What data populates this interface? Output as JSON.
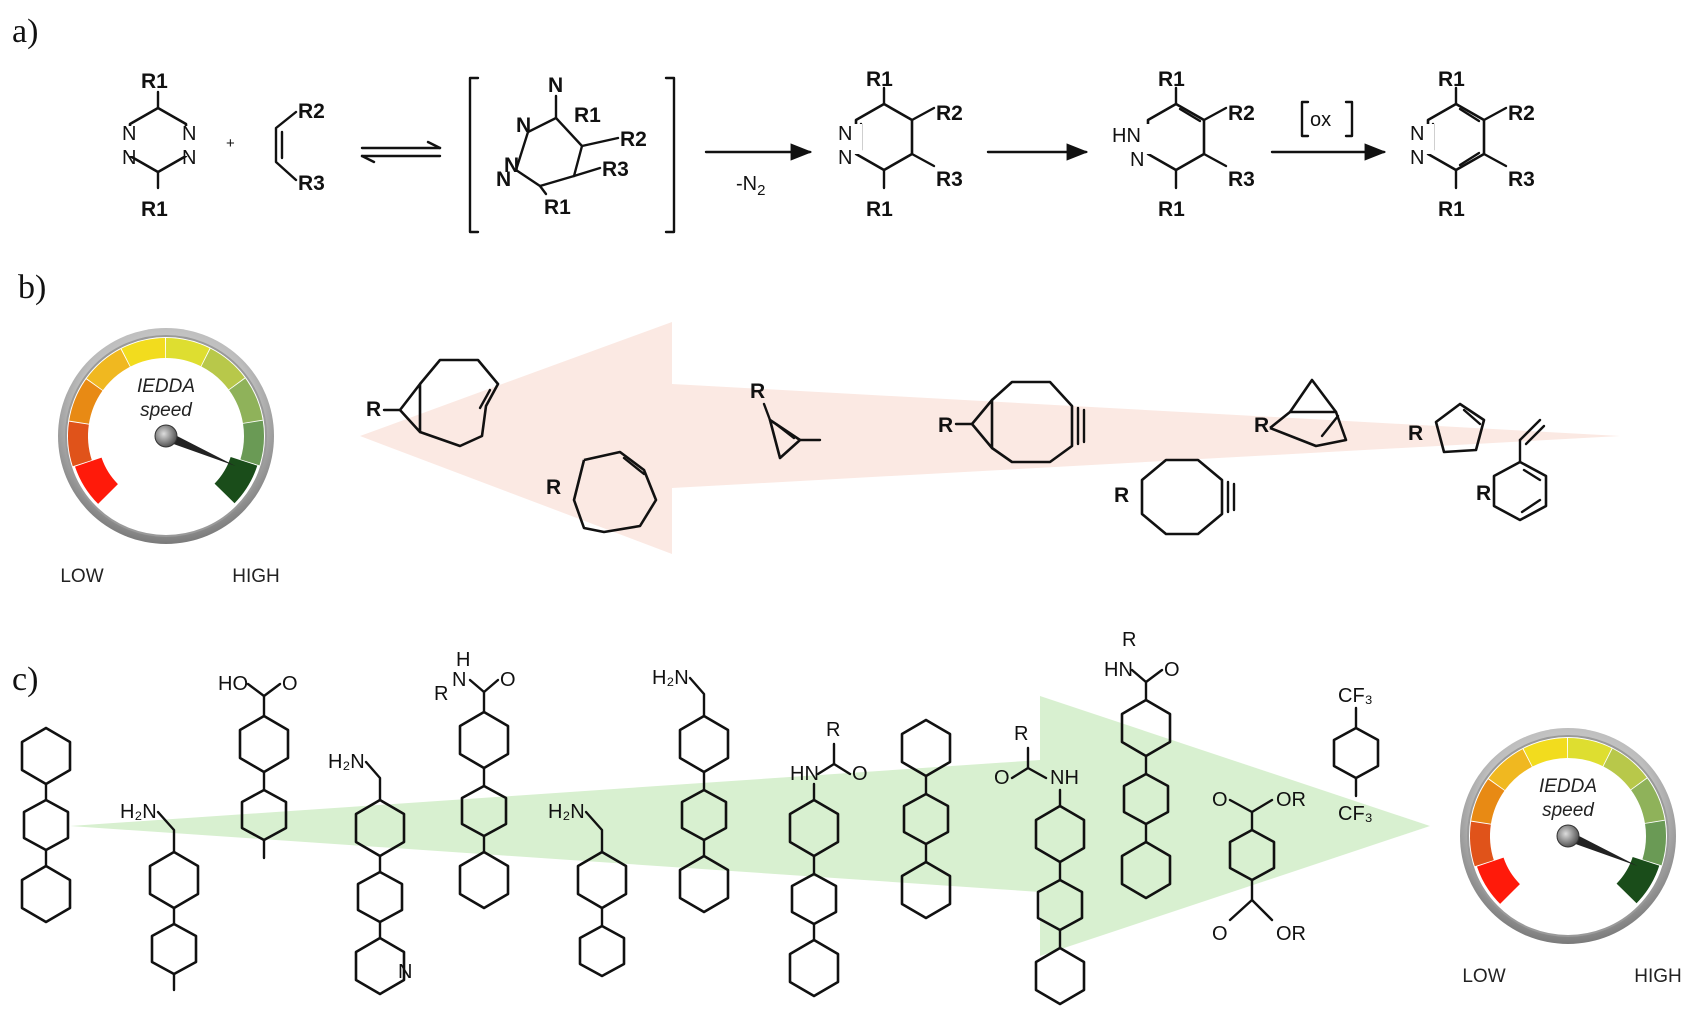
{
  "panels": {
    "a": "a)",
    "b": "b)",
    "c": "c)"
  },
  "colors": {
    "arrow_b": "#fbe9e3",
    "arrow_c": "#d8f0d0",
    "gauge_low": "#ff1a0a",
    "gauge_high": "#1a4d1a"
  },
  "gauge": {
    "title_line1": "IEDDA",
    "title_line2": "speed",
    "low": "LOW",
    "high": "HIGH"
  },
  "gauge_b_level": 0.92,
  "gauge_c_level": 0.92,
  "scheme_a": {
    "tz_top": "R1",
    "tz_bottom": "R1",
    "n1": "N",
    "n2": "N",
    "n3": "N",
    "n4": "N",
    "plus": "+",
    "alkene_top": "R2",
    "alkene_bottom": "R3",
    "bic_r1_top": "R1",
    "bic_r2": "R2",
    "bic_r3": "R3",
    "bic_r1_bottom": "R1",
    "bic_n1": "N",
    "bic_n2": "N",
    "bic_n3": "N",
    "bic_n4": "N",
    "minus_n2": "-N",
    "minus_n2_sub": "2",
    "dhp_r1_top": "R1",
    "dhp_r2": "R2",
    "dhp_r3": "R3",
    "dhp_r1_bottom": "R1",
    "dhp_n1": "N",
    "dhp_n2": "N",
    "dhp2_r1_top": "R1",
    "dhp2_r2": "R2",
    "dhp2_r3": "R3",
    "dhp2_r1_bottom": "R1",
    "dhp2_hn": "HN",
    "dhp2_n": "N",
    "ox": "ox",
    "pyr_r1_top": "R1",
    "pyr_r2": "R2",
    "pyr_r3": "R3",
    "pyr_r1_bottom": "R1",
    "pyr_n1": "N",
    "pyr_n2": "N"
  },
  "dienophiles": {
    "r1": "R",
    "r2": "R",
    "r3": "R",
    "r4": "R",
    "r5": "R",
    "r6": "R",
    "r7": "R",
    "r8": "R"
  },
  "tetrazines": {
    "h2n_1": "H₂N",
    "h2n_2": "H₂N",
    "h2n_3": "H₂N",
    "h2n_4": "H₂N",
    "hooc": "HO",
    "hooc_o": "O",
    "amide1_r": "R",
    "amide1_h": "H",
    "amide1_n": "N",
    "amide1_o": "O",
    "amide2_r": "R",
    "amide2_hn": "HN",
    "amide2_o": "O",
    "amide3_r": "R",
    "amide3_nh": "NH",
    "amide3_o": "O",
    "amide4_r": "R",
    "amide4_hn": "HN",
    "amide4_o": "O",
    "ester_top": "OR",
    "ester_bottom": "OR",
    "ester_o1": "O",
    "ester_o2": "O",
    "cf3_top": "CF₃",
    "cf3_bottom": "CF₃",
    "pyridine_n": "N"
  }
}
